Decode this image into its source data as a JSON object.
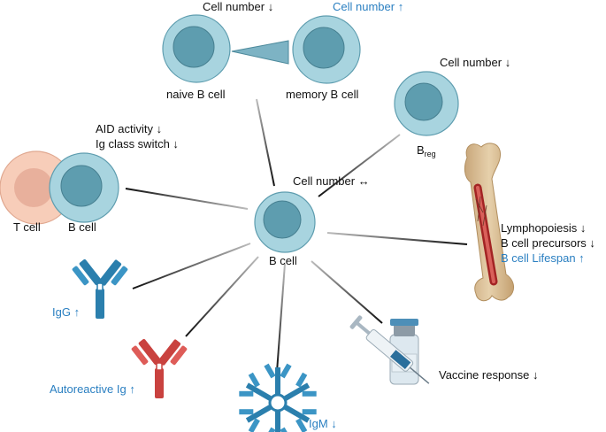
{
  "center": {
    "label": "B cell",
    "link_label": "Cell number ↔"
  },
  "naive_memory": {
    "naive_label": "naive B cell",
    "naive_change": "Cell number ↓",
    "memory_label": "memory B cell",
    "memory_change": "Cell number ↑"
  },
  "breg": {
    "label_main": "B",
    "label_sub": "reg",
    "change": "Cell number ↓"
  },
  "tcell_interaction": {
    "tcell_label": "T cell",
    "bcell_label": "B cell",
    "effect_1": "AID activity ↓",
    "effect_2": "Ig class switch ↓"
  },
  "bone_marrow": {
    "line_1": "Lymphopoiesis ↓",
    "line_2": "B cell precursors ↓",
    "line_3": "B cell Lifespan ↑"
  },
  "igg": {
    "label": "IgG ↑"
  },
  "autoreactive": {
    "label": "Autoreactive Ig ↑"
  },
  "igm": {
    "label": "IgM ↓"
  },
  "vaccine": {
    "label": "Vaccine response ↓"
  },
  "colors": {
    "cell_outer": "#a8d4df",
    "cell_inner": "#5e9daf",
    "tcell_outer": "#f7cdb9",
    "tcell_inner": "#e8b09c",
    "igg_blue": "#2b7fad",
    "autoreactive_red": "#c9423f",
    "text_blue": "#2a7fc1",
    "bone": "#d8c09a"
  }
}
